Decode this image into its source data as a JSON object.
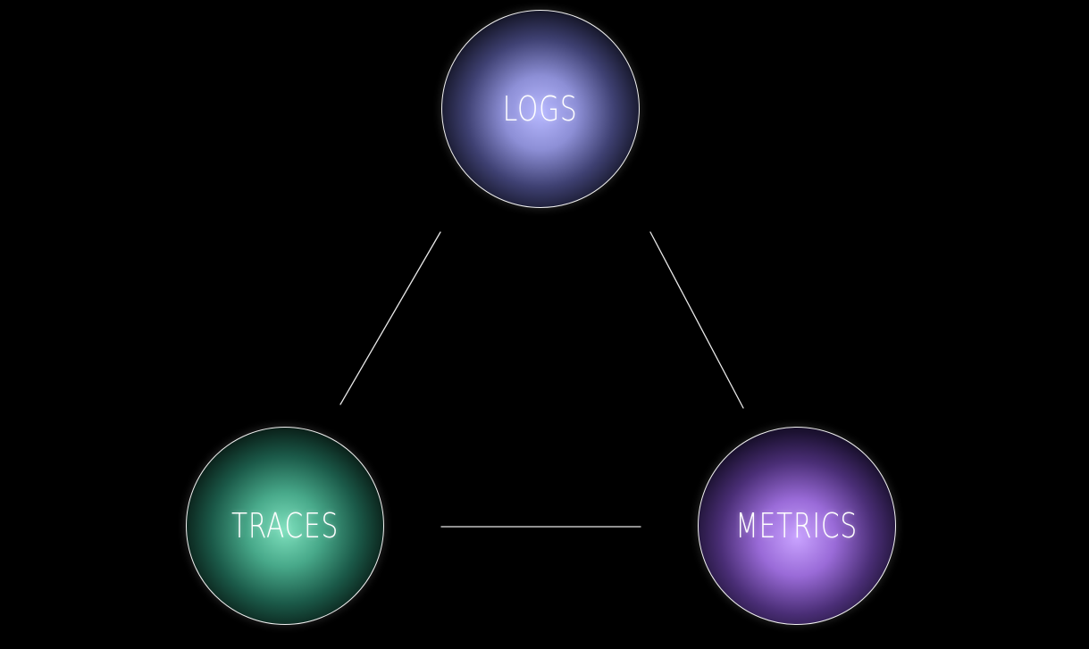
{
  "diagram": {
    "nodes": {
      "logs": {
        "label": "LOGS",
        "color": "#b7b8ff"
      },
      "traces": {
        "label": "TRACES",
        "color": "#7ee0bd"
      },
      "metrics": {
        "label": "METRICS",
        "color": "#c9a3ff"
      }
    },
    "edges": [
      {
        "from": "logs",
        "to": "traces"
      },
      {
        "from": "logs",
        "to": "metrics"
      },
      {
        "from": "traces",
        "to": "metrics"
      }
    ],
    "background": "#000000",
    "line_color": "#e8e8e8"
  }
}
